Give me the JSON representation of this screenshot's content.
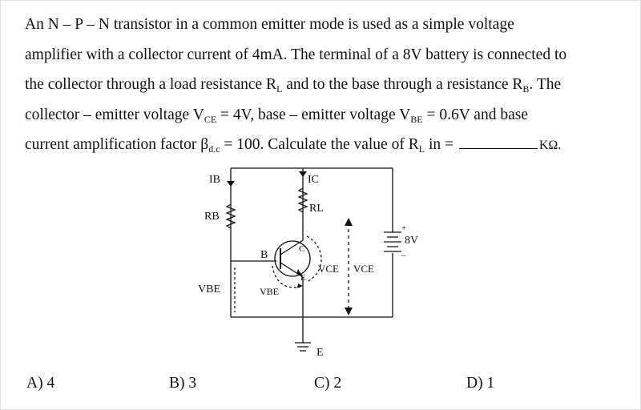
{
  "question": {
    "lines": [
      "An N – P – N transistor in a common emitter mode is used as a simple voltage",
      "amplifier with a collector current of 4mA. The terminal of a 8V battery is connected to"
    ],
    "l3_a": "the collector through a load resistance R",
    "l3_sub1": "L",
    "l3_b": " and to the base through a resistance R",
    "l3_sub2": "B",
    "l3_c": ". The",
    "l4_a": "collector – emitter voltage V",
    "l4_sub1": "CE",
    "l4_b": " = 4V, base – emitter voltage V",
    "l4_sub2": "BE",
    "l4_c": " = 0.6V and base",
    "l5_a": "current amplification factor β",
    "l5_sub1": "d.c",
    "l5_b": " = 100. Calculate the value of R",
    "l5_sub2": "L",
    "l5_c": " in = ",
    "l5_unit": "KΩ."
  },
  "circuit": {
    "ib": "IB",
    "rb": "RB",
    "vbe_left": "VBE",
    "b": "B",
    "vbe_mid": "VBE",
    "ic": "IC",
    "rl": "RL",
    "c": "C",
    "e_small": "E",
    "vce1": "VCE",
    "vce2": "VCE",
    "battery": "8V",
    "plus": "+",
    "minus": "–",
    "ground": "E"
  },
  "options": [
    {
      "label": "A) 4"
    },
    {
      "label": "B) 3"
    },
    {
      "label": "C) 2"
    },
    {
      "label": "D) 1"
    }
  ]
}
